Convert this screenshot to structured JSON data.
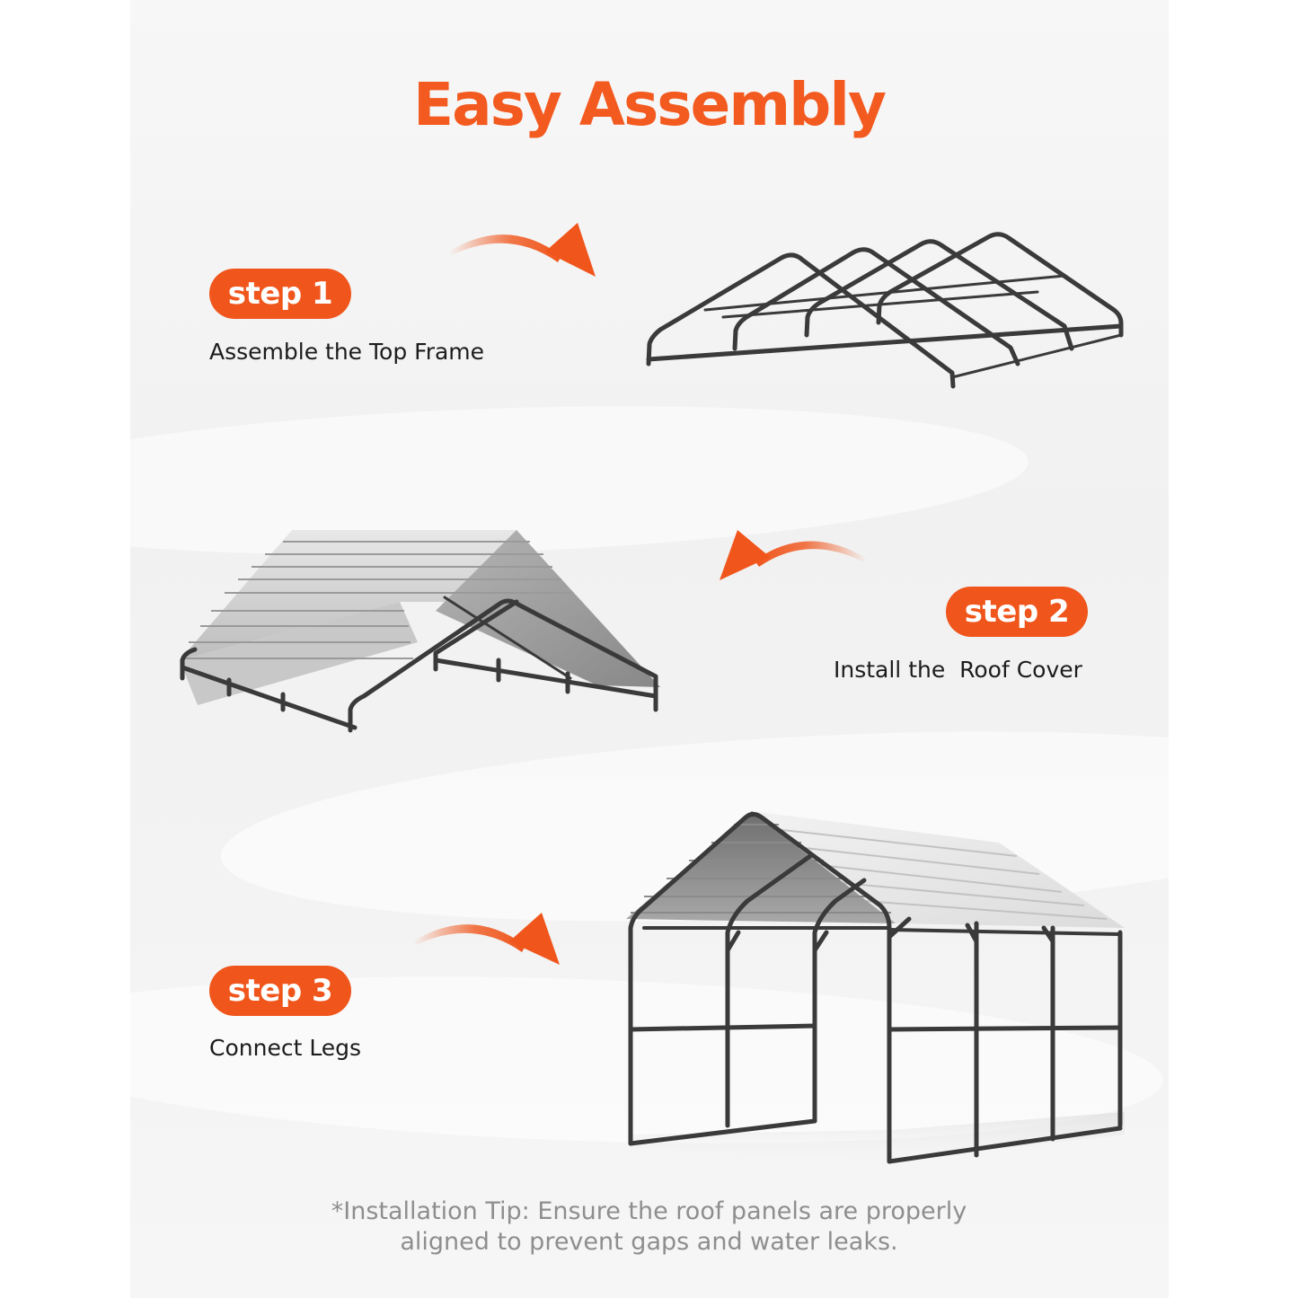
{
  "title": "Easy Assembly",
  "steps": [
    {
      "badge": "step 1",
      "caption": "Assemble the Top Frame"
    },
    {
      "badge": "step 2",
      "caption": "Install the  Roof Cover"
    },
    {
      "badge": "step 3",
      "caption": "Connect Legs"
    }
  ],
  "tip": {
    "line1": "*Installation Tip: Ensure the roof panels are properly",
    "line2": "aligned to prevent gaps and water leaks."
  },
  "colors": {
    "accent": "#f0561c",
    "title": "#f35a1f",
    "frame": "#3a3a3a",
    "tip_text": "#8e8e8e",
    "background": "#f2f2f2"
  },
  "icons": {
    "arrow": "curved-arrow-icon",
    "frame": "carport-top-frame-illustration",
    "roof": "carport-roof-cover-illustration",
    "carport": "carport-complete-illustration"
  }
}
